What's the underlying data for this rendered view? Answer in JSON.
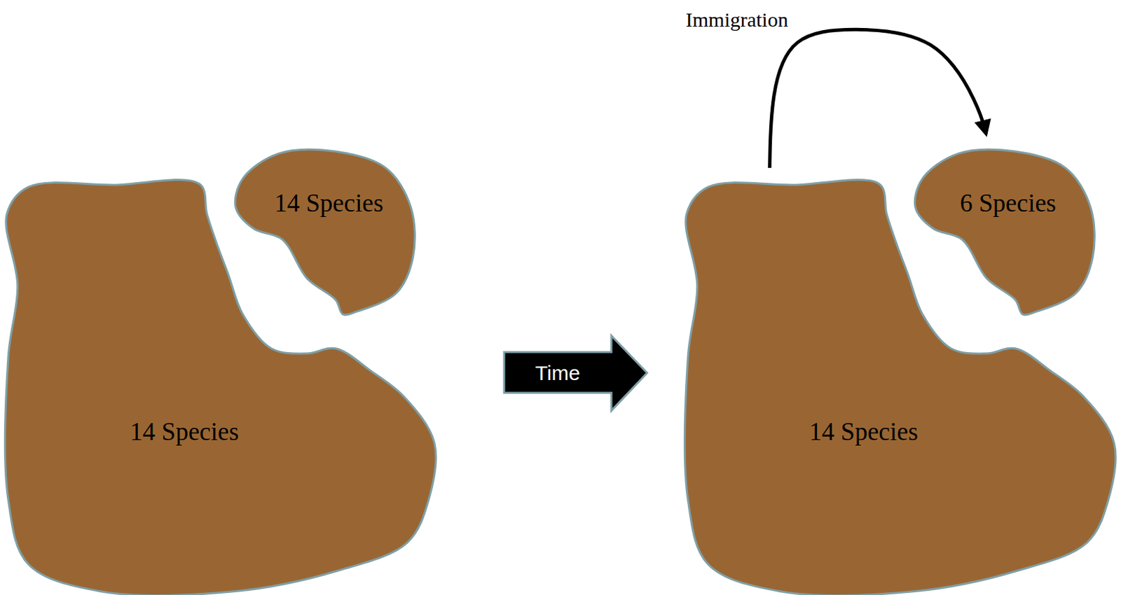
{
  "diagram": {
    "nodes": [
      {
        "text": [
          "14 Species"
        ]
      },
      {
        "text": [
          "14 Species"
        ]
      },
      {
        "text": [
          "Time"
        ]
      },
      {
        "text": [
          "6 Species"
        ]
      },
      {
        "text": [
          "14 Species"
        ]
      }
    ],
    "edges": [
      {
        "from": 4,
        "to": 3,
        "arrow": "to",
        "label": "Immigration"
      }
    ]
  }
}
